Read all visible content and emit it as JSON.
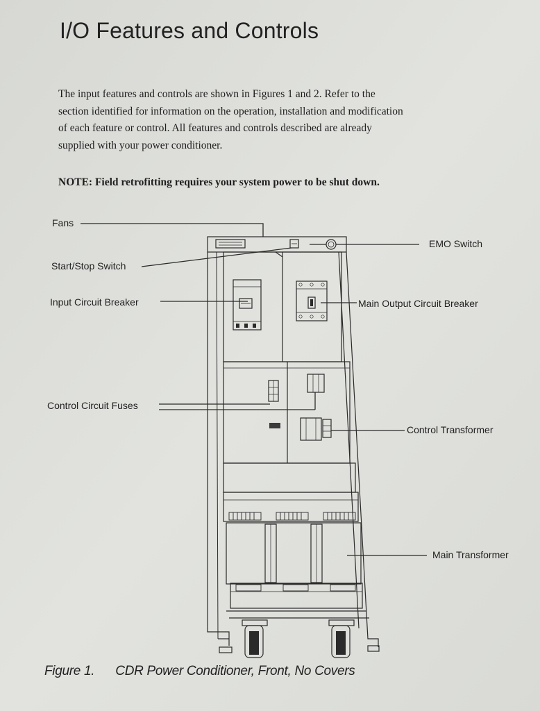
{
  "document": {
    "title": "I/O Features and Controls",
    "paragraph_lines": [
      "The input features and controls are shown in Figures 1 and 2. Refer to the",
      "section identified for information on the operation, installation and modification",
      "of each feature or control. All features and controls described are already",
      "supplied with your power conditioner."
    ],
    "note_label": "NOTE:",
    "note_text": "Field retrofitting requires your system power to be shut down."
  },
  "figure": {
    "labels": {
      "fans": "Fans",
      "start_stop": "Start/Stop Switch",
      "input_breaker": "Input Circuit Breaker",
      "control_fuses": "Control Circuit Fuses",
      "emo": "EMO Switch",
      "main_output_breaker": "Main Output Circuit Breaker",
      "control_transformer": "Control Transformer",
      "main_transformer": "Main Transformer"
    },
    "caption_number": "Figure 1.",
    "caption_text": "CDR Power Conditioner, Front, No Covers"
  }
}
